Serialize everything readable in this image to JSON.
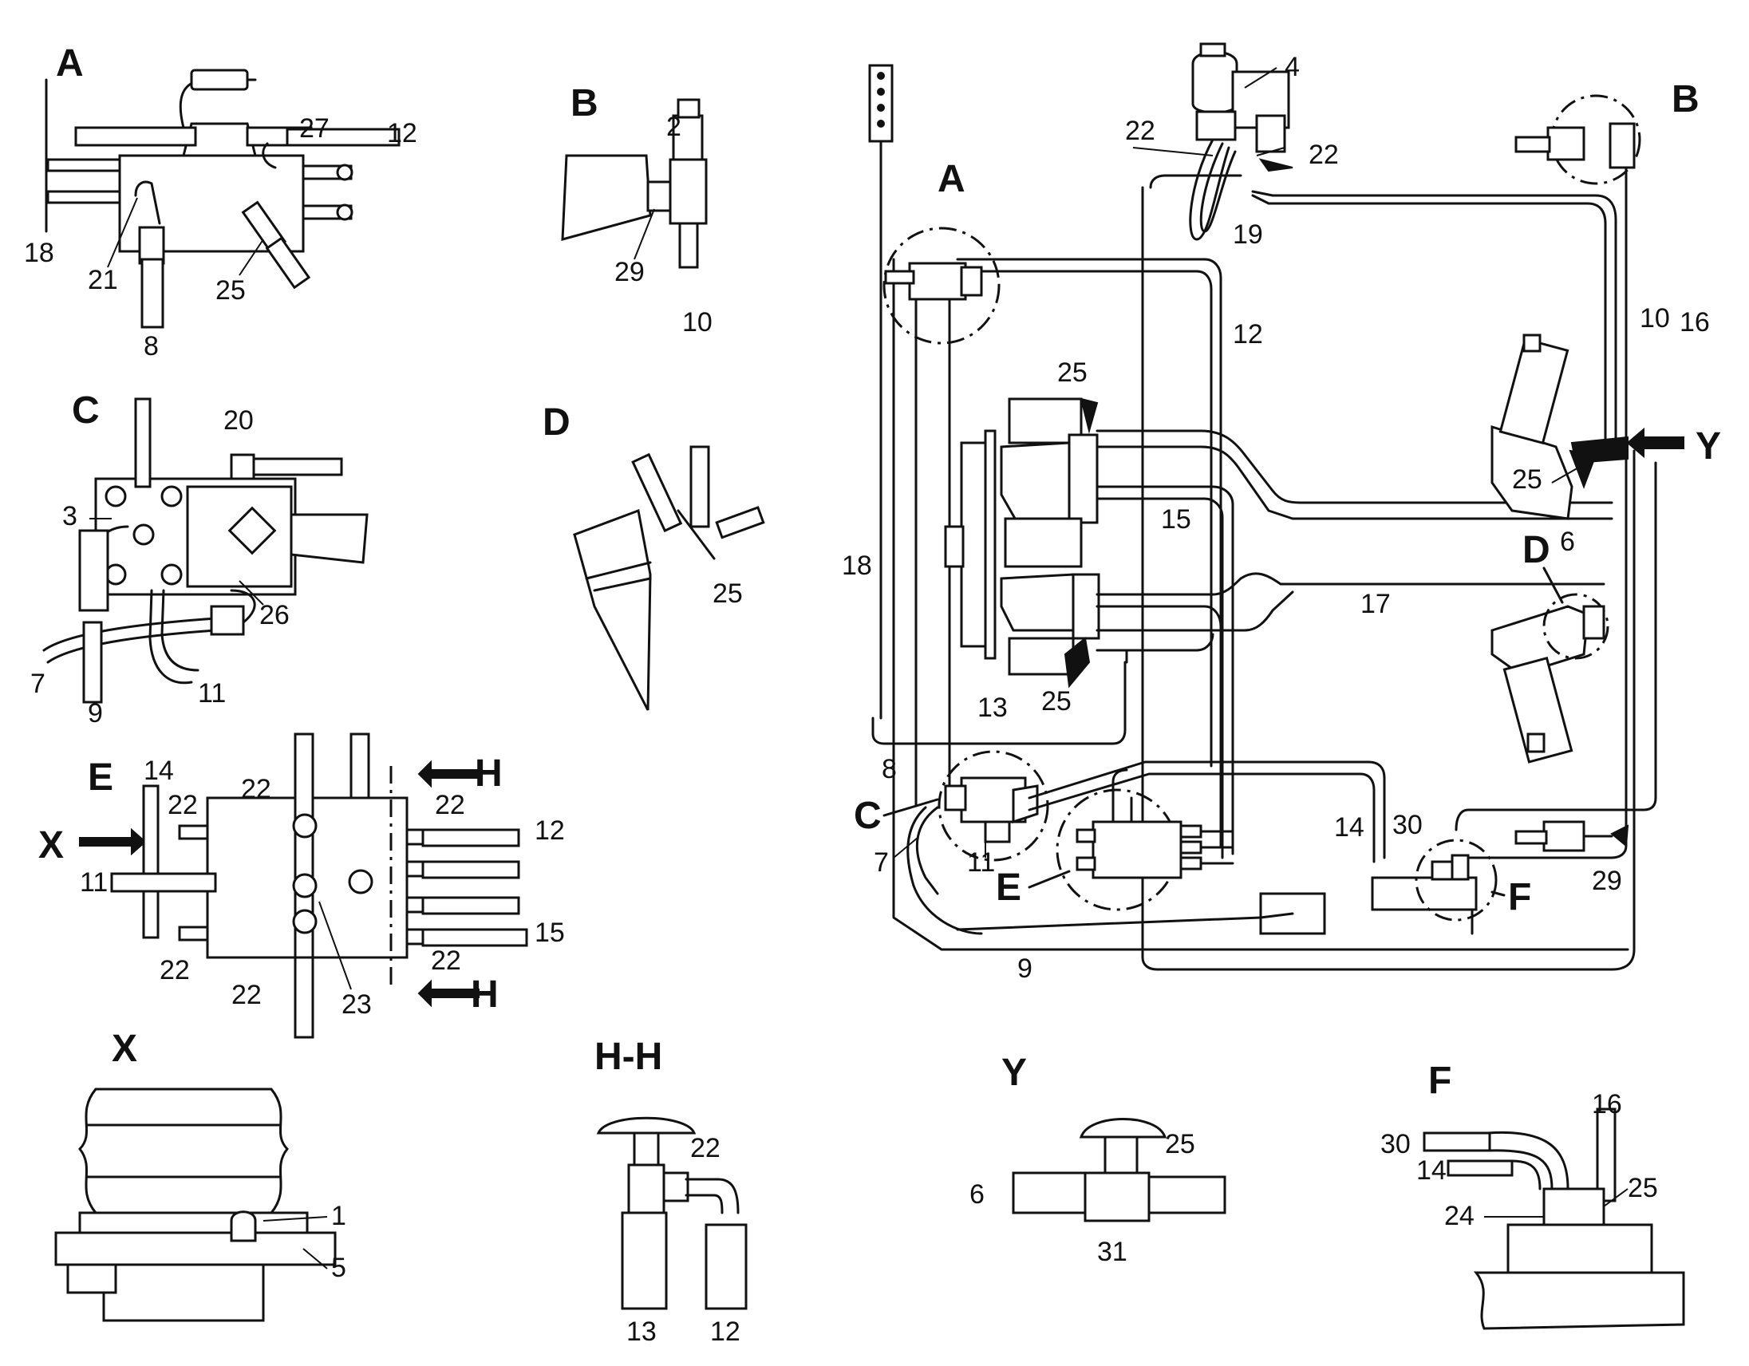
{
  "views": {
    "A": "A",
    "B": "B",
    "C": "C",
    "D": "D",
    "E": "E",
    "F": "F",
    "X": "X",
    "Y": "Y",
    "H": "H",
    "HH": "H-H"
  },
  "detail_A": {
    "callouts": [
      "27",
      "12",
      "18",
      "21",
      "25",
      "8"
    ]
  },
  "detail_B": {
    "callouts": [
      "2",
      "29",
      "10"
    ]
  },
  "detail_C": {
    "callouts": [
      "20",
      "3",
      "26",
      "7",
      "9",
      "11"
    ]
  },
  "detail_D": {
    "callouts": [
      "25"
    ]
  },
  "detail_E": {
    "callouts": [
      "14",
      "22",
      "22",
      "22",
      "12",
      "11",
      "15",
      "22",
      "22",
      "22",
      "23"
    ]
  },
  "detail_X": {
    "callouts": [
      "1",
      "5"
    ]
  },
  "detail_HH": {
    "callouts": [
      "22",
      "13",
      "12"
    ]
  },
  "detail_Y": {
    "callouts": [
      "25",
      "6",
      "31"
    ]
  },
  "detail_F": {
    "callouts": [
      "16",
      "30",
      "14",
      "25",
      "24"
    ]
  },
  "main": {
    "callouts": [
      "4",
      "22",
      "22",
      "19",
      "12",
      "10",
      "16",
      "25",
      "15",
      "18",
      "25",
      "6",
      "17",
      "25",
      "13",
      "8",
      "7",
      "11",
      "14",
      "30",
      "29",
      "9"
    ]
  }
}
